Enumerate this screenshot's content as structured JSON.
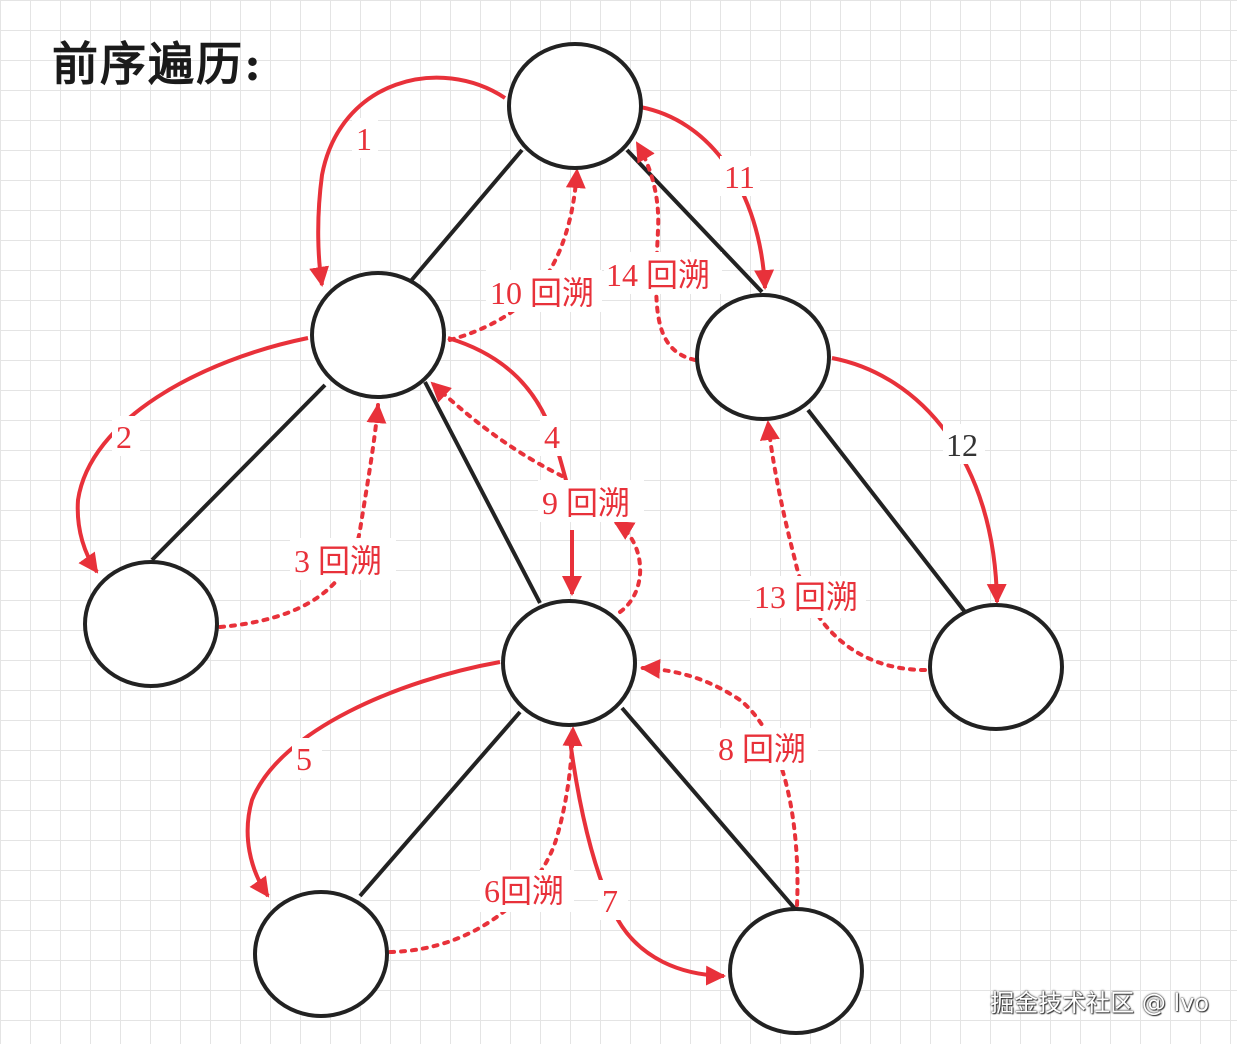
{
  "title": "前序遍历:",
  "watermark": "掘金技术社区 @ lvo",
  "colors": {
    "accent": "#e8313a",
    "node_stroke": "#222222",
    "grid": "#e4e4e4"
  },
  "labels": {
    "s1": "1",
    "s2": "2",
    "s3": "3 回溯",
    "s4": "4",
    "s5": "5",
    "s6": "6回溯",
    "s7": "7",
    "s8": "8 回溯",
    "s9": "9 回溯",
    "s10": "10 回溯",
    "s11": "11",
    "s12": "12",
    "s13": "13 回溯",
    "s14": "14 回溯"
  }
}
